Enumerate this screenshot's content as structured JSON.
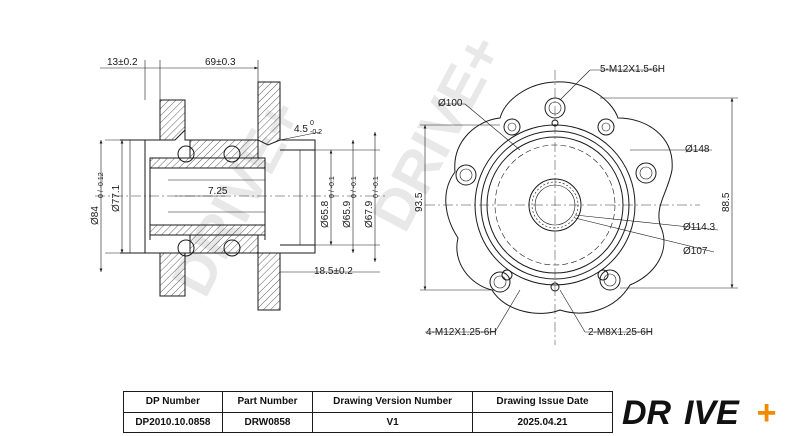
{
  "watermark": "DRIVE+",
  "section_view": {
    "dims": {
      "d1": "13±0.2",
      "d2": "69±0.3",
      "d3": "4.5",
      "d3_tol_upper": "0",
      "d3_tol_lower": "-0.2",
      "d4": "7.25",
      "d5": "18.5±0.2",
      "d6_main": "Ø84",
      "d6_tol": "0 / -0.12",
      "d7": "Ø77.1",
      "d8_main": "Ø65.8",
      "d8_tol": "0 / -0.1",
      "d9_main": "Ø65.9",
      "d9_tol": "0 / -0.1",
      "d10_main": "Ø67.9",
      "d10_tol": "0 / -0.1"
    }
  },
  "front_view": {
    "dims": {
      "thread1": "5-M12X1.5-6H",
      "d_100": "Ø100",
      "d_148": "Ø148",
      "d_114": "Ø114.3",
      "d_107": "Ø107",
      "h_935": "93.5",
      "h_885": "88.5",
      "thread2": "4-M12X1.25-6H",
      "thread3": "2-M8X1.25-6H"
    }
  },
  "title_block": {
    "headers": [
      "DP Number",
      "Part Number",
      "Drawing Version Number",
      "Drawing Issue Date"
    ],
    "values": [
      "DP2010.10.0858",
      "DRW0858",
      "V1",
      "2025.04.21"
    ]
  },
  "logo": {
    "text_left": "DR",
    "text_mid": "IVE",
    "text_plus": "+"
  }
}
